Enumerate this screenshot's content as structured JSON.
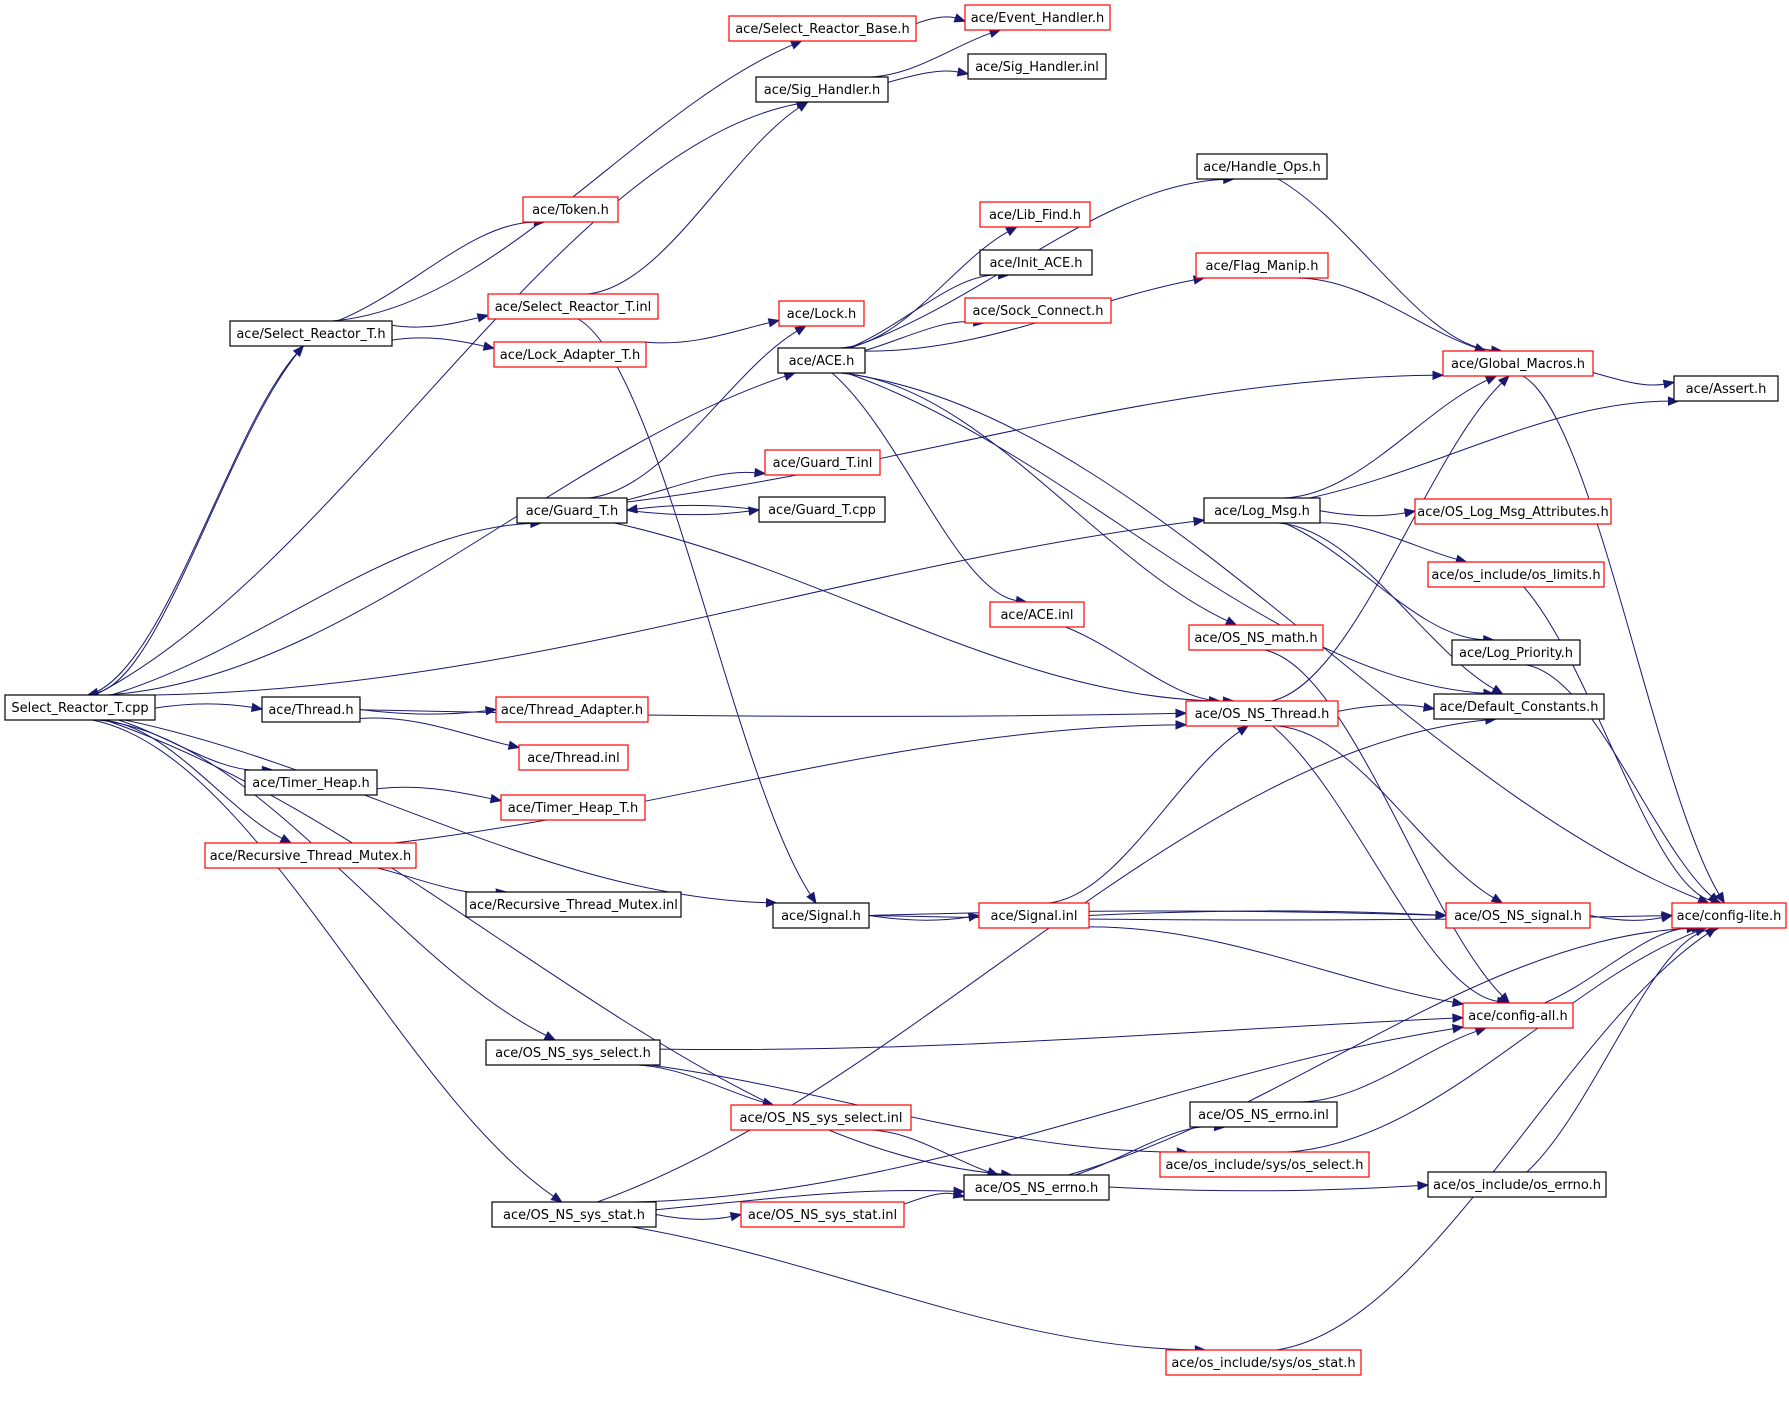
{
  "colors": {
    "edge": "#191970",
    "border_documented": "#000000",
    "border_undocumented": "#ff0000",
    "root_fill": "#bfbfbf"
  },
  "graph": {
    "nodes": [
      {
        "id": "select_reactor_t_cpp",
        "label": "Select_Reactor_T.cpp",
        "style": "root"
      },
      {
        "id": "select_reactor_t_h",
        "label": "ace/Select_Reactor_T.h",
        "style": "documented"
      },
      {
        "id": "select_reactor_base_h",
        "label": "ace/Select_Reactor_Base.h",
        "style": "undocumented"
      },
      {
        "id": "event_handler_h",
        "label": "ace/Event_Handler.h",
        "style": "undocumented"
      },
      {
        "id": "sig_handler_h",
        "label": "ace/Sig_Handler.h",
        "style": "documented"
      },
      {
        "id": "sig_handler_inl",
        "label": "ace/Sig_Handler.inl",
        "style": "documented"
      },
      {
        "id": "token_h",
        "label": "ace/Token.h",
        "style": "undocumented"
      },
      {
        "id": "select_reactor_t_inl",
        "label": "ace/Select_Reactor_T.inl",
        "style": "undocumented"
      },
      {
        "id": "lock_adapter_t_h",
        "label": "ace/Lock_Adapter_T.h",
        "style": "undocumented"
      },
      {
        "id": "lock_h",
        "label": "ace/Lock.h",
        "style": "undocumented"
      },
      {
        "id": "handle_ops_h",
        "label": "ace/Handle_Ops.h",
        "style": "documented"
      },
      {
        "id": "lib_find_h",
        "label": "ace/Lib_Find.h",
        "style": "undocumented"
      },
      {
        "id": "init_ace_h",
        "label": "ace/Init_ACE.h",
        "style": "documented"
      },
      {
        "id": "flag_manip_h",
        "label": "ace/Flag_Manip.h",
        "style": "undocumented"
      },
      {
        "id": "sock_connect_h",
        "label": "ace/Sock_Connect.h",
        "style": "undocumented"
      },
      {
        "id": "ace_h",
        "label": "ace/ACE.h",
        "style": "documented"
      },
      {
        "id": "global_macros_h",
        "label": "ace/Global_Macros.h",
        "style": "undocumented"
      },
      {
        "id": "assert_h",
        "label": "ace/Assert.h",
        "style": "documented"
      },
      {
        "id": "guard_t_inl",
        "label": "ace/Guard_T.inl",
        "style": "undocumented"
      },
      {
        "id": "guard_t_h",
        "label": "ace/Guard_T.h",
        "style": "documented"
      },
      {
        "id": "guard_t_cpp",
        "label": "ace/Guard_T.cpp",
        "style": "documented"
      },
      {
        "id": "log_msg_h",
        "label": "ace/Log_Msg.h",
        "style": "documented"
      },
      {
        "id": "os_log_msg_attributes_h",
        "label": "ace/OS_Log_Msg_Attributes.h",
        "style": "undocumented"
      },
      {
        "id": "os_limits_h",
        "label": "ace/os_include/os_limits.h",
        "style": "undocumented"
      },
      {
        "id": "ace_inl",
        "label": "ace/ACE.inl",
        "style": "undocumented"
      },
      {
        "id": "os_ns_math_h",
        "label": "ace/OS_NS_math.h",
        "style": "undocumented"
      },
      {
        "id": "log_priority_h",
        "label": "ace/Log_Priority.h",
        "style": "documented"
      },
      {
        "id": "thread_h",
        "label": "ace/Thread.h",
        "style": "documented"
      },
      {
        "id": "thread_adapter_h",
        "label": "ace/Thread_Adapter.h",
        "style": "undocumented"
      },
      {
        "id": "os_ns_thread_h",
        "label": "ace/OS_NS_Thread.h",
        "style": "undocumented"
      },
      {
        "id": "default_constants_h",
        "label": "ace/Default_Constants.h",
        "style": "documented"
      },
      {
        "id": "thread_inl",
        "label": "ace/Thread.inl",
        "style": "undocumented"
      },
      {
        "id": "timer_heap_h",
        "label": "ace/Timer_Heap.h",
        "style": "documented"
      },
      {
        "id": "timer_heap_t_h",
        "label": "ace/Timer_Heap_T.h",
        "style": "undocumented"
      },
      {
        "id": "recursive_thread_mutex_h",
        "label": "ace/Recursive_Thread_Mutex.h",
        "style": "undocumented"
      },
      {
        "id": "recursive_thread_mutex_inl",
        "label": "ace/Recursive_Thread_Mutex.inl",
        "style": "documented"
      },
      {
        "id": "signal_h",
        "label": "ace/Signal.h",
        "style": "documented"
      },
      {
        "id": "signal_inl",
        "label": "ace/Signal.inl",
        "style": "undocumented"
      },
      {
        "id": "os_ns_signal_h",
        "label": "ace/OS_NS_signal.h",
        "style": "undocumented"
      },
      {
        "id": "config_lite_h",
        "label": "ace/config-lite.h",
        "style": "undocumented"
      },
      {
        "id": "config_all_h",
        "label": "ace/config-all.h",
        "style": "undocumented"
      },
      {
        "id": "os_ns_sys_select_h",
        "label": "ace/OS_NS_sys_select.h",
        "style": "documented"
      },
      {
        "id": "os_ns_sys_select_inl",
        "label": "ace/OS_NS_sys_select.inl",
        "style": "undocumented"
      },
      {
        "id": "os_ns_errno_inl",
        "label": "ace/OS_NS_errno.inl",
        "style": "documented"
      },
      {
        "id": "os_sys_select_h",
        "label": "ace/os_include/sys/os_select.h",
        "style": "undocumented"
      },
      {
        "id": "os_ns_errno_h",
        "label": "ace/OS_NS_errno.h",
        "style": "documented"
      },
      {
        "id": "os_errno_h",
        "label": "ace/os_include/os_errno.h",
        "style": "documented"
      },
      {
        "id": "os_ns_sys_stat_h",
        "label": "ace/OS_NS_sys_stat.h",
        "style": "documented"
      },
      {
        "id": "os_ns_sys_stat_inl",
        "label": "ace/OS_NS_sys_stat.inl",
        "style": "undocumented"
      },
      {
        "id": "os_sys_stat_h",
        "label": "ace/os_include/sys/os_stat.h",
        "style": "undocumented"
      }
    ],
    "edges": [
      [
        "select_reactor_t_cpp",
        "select_reactor_t_h"
      ],
      [
        "select_reactor_t_cpp",
        "sig_handler_h"
      ],
      [
        "select_reactor_t_cpp",
        "ace_h"
      ],
      [
        "select_reactor_t_cpp",
        "guard_t_h"
      ],
      [
        "select_reactor_t_cpp",
        "log_msg_h"
      ],
      [
        "select_reactor_t_cpp",
        "thread_h"
      ],
      [
        "select_reactor_t_cpp",
        "timer_heap_h"
      ],
      [
        "select_reactor_t_cpp",
        "recursive_thread_mutex_h"
      ],
      [
        "select_reactor_t_cpp",
        "signal_h"
      ],
      [
        "select_reactor_t_cpp",
        "os_ns_sys_select_h"
      ],
      [
        "select_reactor_t_cpp",
        "os_ns_errno_h"
      ],
      [
        "select_reactor_t_cpp",
        "os_ns_sys_stat_h"
      ],
      [
        "select_reactor_t_h",
        "select_reactor_base_h"
      ],
      [
        "select_reactor_t_h",
        "token_h"
      ],
      [
        "select_reactor_t_h",
        "select_reactor_t_inl"
      ],
      [
        "select_reactor_t_h",
        "lock_adapter_t_h"
      ],
      [
        "select_reactor_t_h",
        "select_reactor_t_cpp"
      ],
      [
        "select_reactor_base_h",
        "event_handler_h"
      ],
      [
        "sig_handler_h",
        "event_handler_h"
      ],
      [
        "sig_handler_h",
        "sig_handler_inl"
      ],
      [
        "select_reactor_t_inl",
        "sig_handler_h"
      ],
      [
        "select_reactor_t_inl",
        "signal_h"
      ],
      [
        "lock_adapter_t_h",
        "lock_h"
      ],
      [
        "ace_h",
        "handle_ops_h"
      ],
      [
        "ace_h",
        "lib_find_h"
      ],
      [
        "ace_h",
        "init_ace_h"
      ],
      [
        "ace_h",
        "flag_manip_h"
      ],
      [
        "ace_h",
        "sock_connect_h"
      ],
      [
        "ace_h",
        "ace_inl"
      ],
      [
        "ace_h",
        "os_ns_math_h"
      ],
      [
        "ace_h",
        "default_constants_h"
      ],
      [
        "ace_h",
        "config_lite_h"
      ],
      [
        "handle_ops_h",
        "global_macros_h"
      ],
      [
        "flag_manip_h",
        "global_macros_h"
      ],
      [
        "global_macros_h",
        "assert_h"
      ],
      [
        "global_macros_h",
        "config_lite_h"
      ],
      [
        "guard_t_h",
        "lock_h"
      ],
      [
        "guard_t_h",
        "guard_t_inl"
      ],
      [
        "guard_t_h",
        "guard_t_cpp"
      ],
      [
        "guard_t_h",
        "global_macros_h"
      ],
      [
        "guard_t_h",
        "os_ns_thread_h"
      ],
      [
        "guard_t_cpp",
        "guard_t_h"
      ],
      [
        "log_msg_h",
        "global_macros_h"
      ],
      [
        "log_msg_h",
        "assert_h"
      ],
      [
        "log_msg_h",
        "os_log_msg_attributes_h"
      ],
      [
        "log_msg_h",
        "os_limits_h"
      ],
      [
        "log_msg_h",
        "log_priority_h"
      ],
      [
        "log_msg_h",
        "default_constants_h"
      ],
      [
        "os_limits_h",
        "config_lite_h"
      ],
      [
        "log_priority_h",
        "config_lite_h"
      ],
      [
        "ace_inl",
        "os_ns_thread_h"
      ],
      [
        "os_ns_math_h",
        "config_all_h"
      ],
      [
        "thread_h",
        "thread_adapter_h"
      ],
      [
        "thread_h",
        "thread_inl"
      ],
      [
        "thread_h",
        "os_ns_thread_h"
      ],
      [
        "os_ns_thread_h",
        "default_constants_h"
      ],
      [
        "os_ns_thread_h",
        "global_macros_h"
      ],
      [
        "os_ns_thread_h",
        "os_ns_signal_h"
      ],
      [
        "os_ns_thread_h",
        "config_all_h"
      ],
      [
        "timer_heap_h",
        "timer_heap_t_h"
      ],
      [
        "recursive_thread_mutex_h",
        "recursive_thread_mutex_inl"
      ],
      [
        "recursive_thread_mutex_h",
        "os_ns_thread_h"
      ],
      [
        "signal_h",
        "signal_inl"
      ],
      [
        "signal_h",
        "os_ns_signal_h"
      ],
      [
        "signal_h",
        "config_lite_h"
      ],
      [
        "signal_inl",
        "os_ns_signal_h"
      ],
      [
        "signal_inl",
        "os_ns_thread_h"
      ],
      [
        "signal_inl",
        "config_all_h"
      ],
      [
        "os_ns_signal_h",
        "config_lite_h"
      ],
      [
        "config_all_h",
        "config_lite_h"
      ],
      [
        "os_ns_sys_select_h",
        "config_all_h"
      ],
      [
        "os_ns_sys_select_h",
        "os_ns_sys_select_inl"
      ],
      [
        "os_ns_sys_select_h",
        "os_sys_select_h"
      ],
      [
        "os_ns_sys_select_inl",
        "os_ns_errno_h"
      ],
      [
        "os_sys_select_h",
        "config_lite_h"
      ],
      [
        "os_ns_errno_h",
        "os_ns_errno_inl"
      ],
      [
        "os_ns_errno_h",
        "os_errno_h"
      ],
      [
        "os_ns_errno_h",
        "config_lite_h"
      ],
      [
        "os_ns_errno_inl",
        "config_all_h"
      ],
      [
        "os_errno_h",
        "config_lite_h"
      ],
      [
        "os_ns_sys_stat_h",
        "os_ns_sys_stat_inl"
      ],
      [
        "os_ns_sys_stat_h",
        "os_ns_errno_h"
      ],
      [
        "os_ns_sys_stat_h",
        "os_sys_stat_h"
      ],
      [
        "os_ns_sys_stat_h",
        "default_constants_h"
      ],
      [
        "os_ns_sys_stat_h",
        "config_all_h"
      ],
      [
        "os_ns_sys_stat_inl",
        "os_ns_errno_h"
      ],
      [
        "os_sys_stat_h",
        "config_lite_h"
      ]
    ]
  }
}
